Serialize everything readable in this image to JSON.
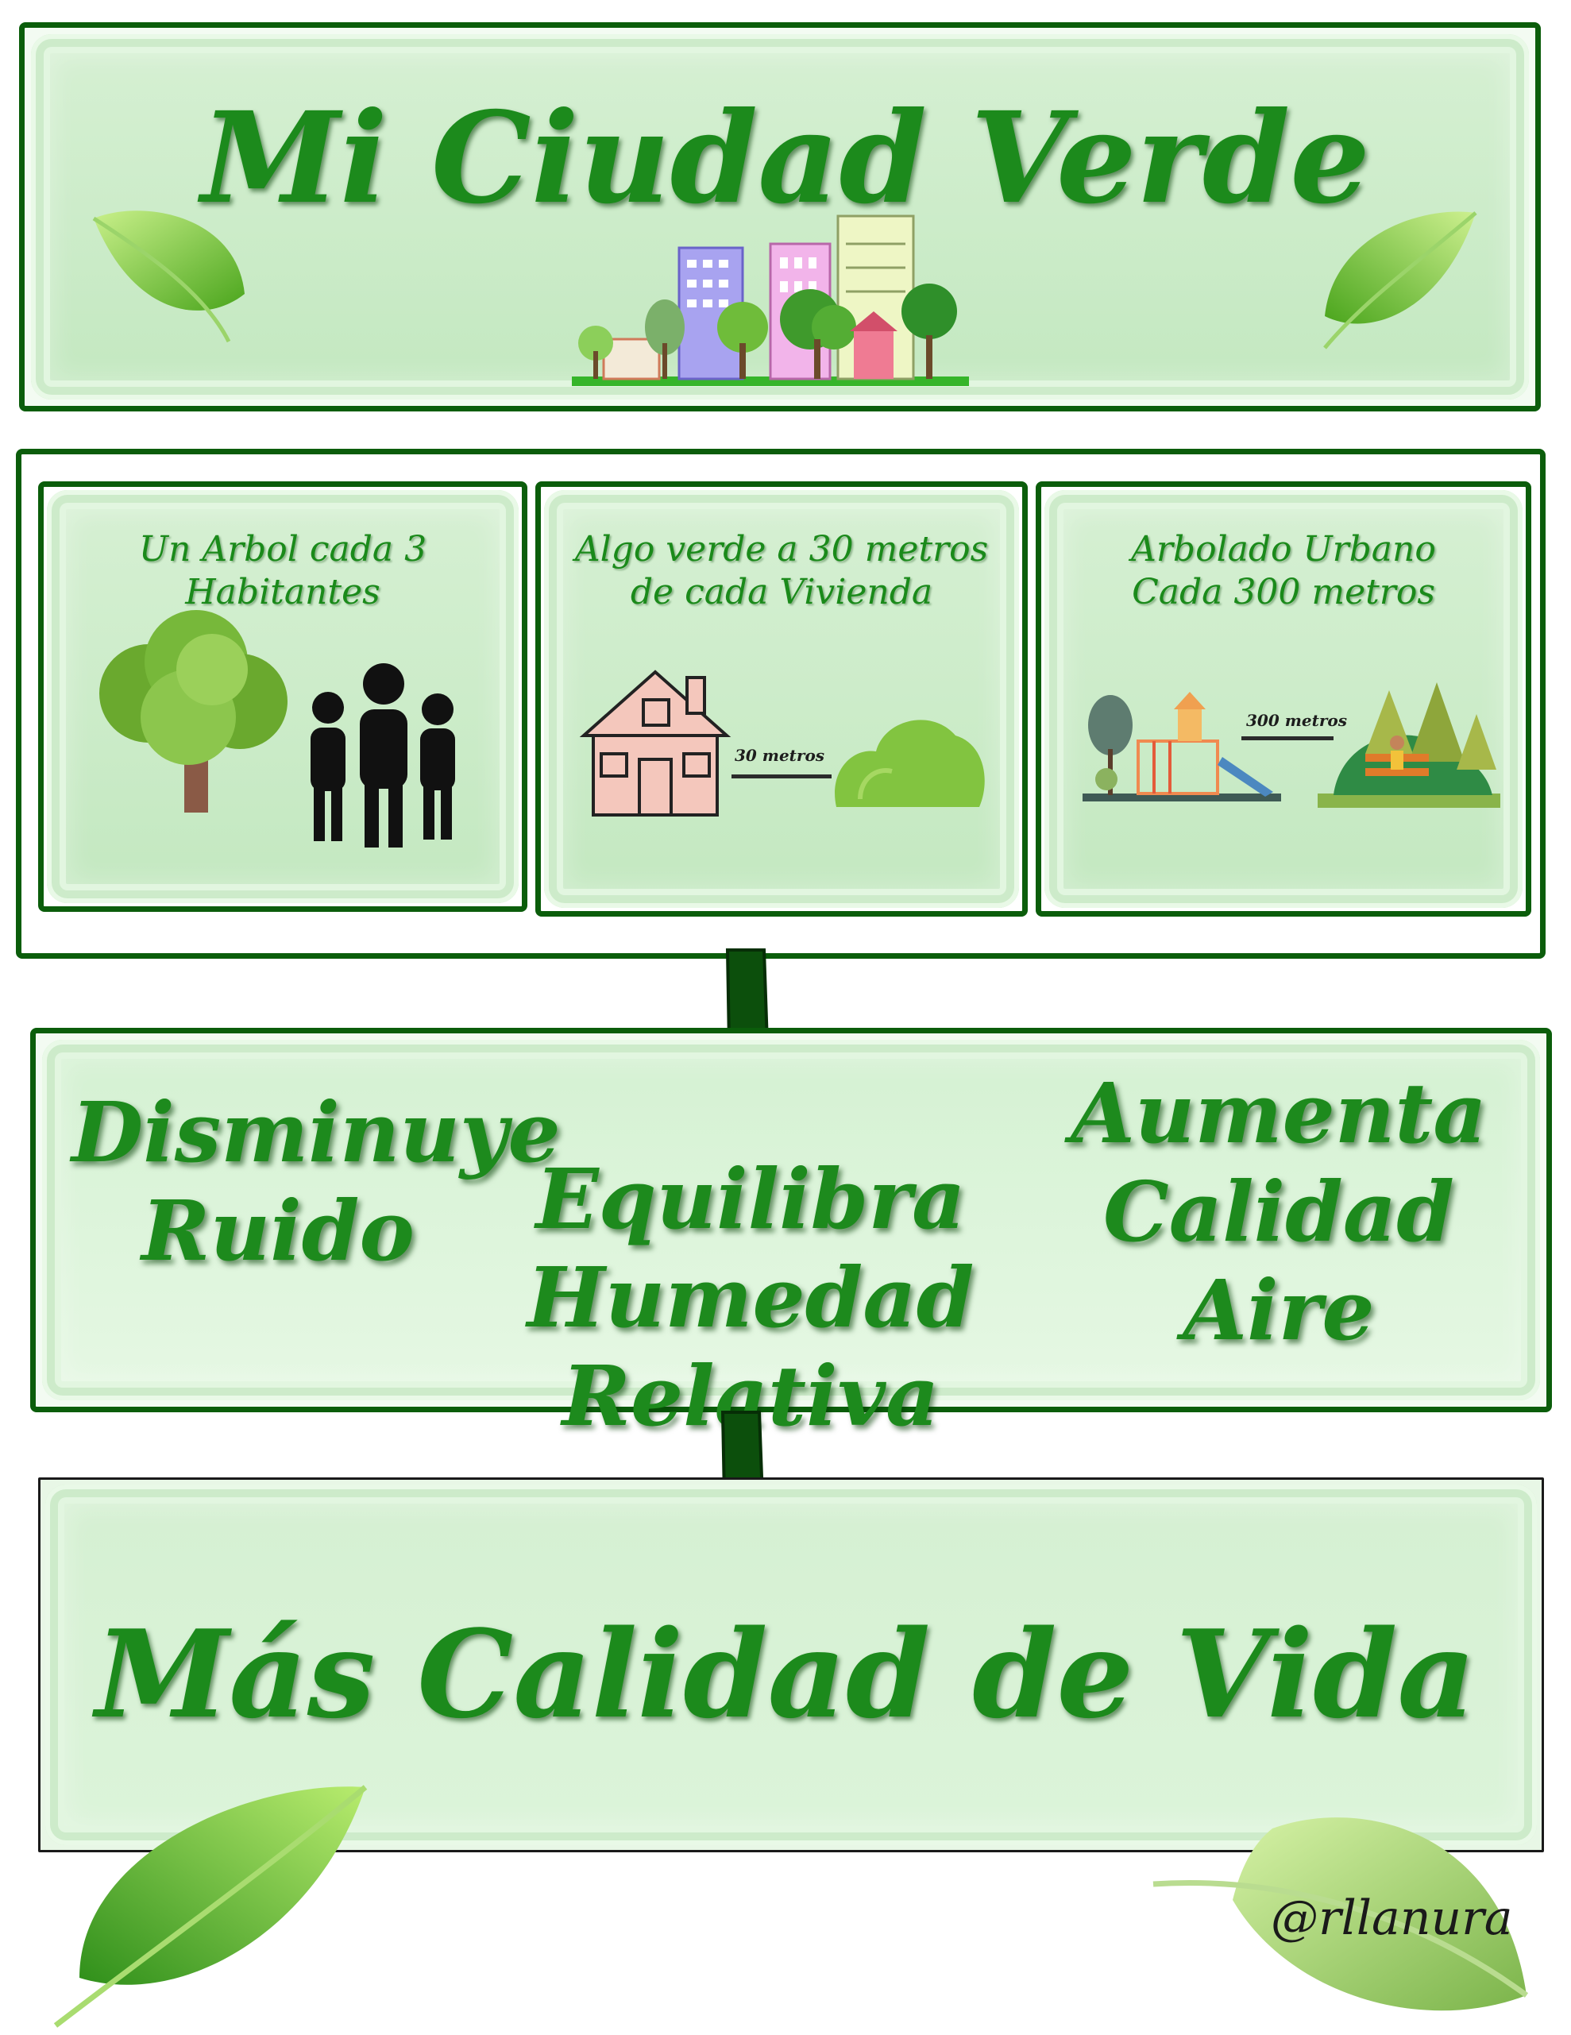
{
  "header": {
    "title": "Mi Ciudad Verde"
  },
  "guidelines": [
    {
      "lines": [
        "Un Arbol cada 3 Habitantes"
      ],
      "distance_label": ""
    },
    {
      "lines": [
        "Algo verde a 30 metros",
        "de cada Vivienda"
      ],
      "distance_label": "30 metros"
    },
    {
      "lines": [
        "Arbolado Urbano",
        "Cada 300 metros"
      ],
      "distance_label": "300 metros"
    }
  ],
  "benefits": {
    "left": [
      "Disminuye",
      "Ruido"
    ],
    "center": [
      "Equilibra",
      "Humedad Relativa"
    ],
    "right": [
      "Aumenta",
      "Calidad Aire"
    ]
  },
  "result": {
    "text": "Más Calidad de Vida"
  },
  "credit": "@rllanura",
  "colors": {
    "frame": "#0b5d0b",
    "text_green": "#1c8a1c",
    "arrow": "#0b4f0b",
    "panel": "#c8e9c4"
  },
  "icons": [
    "leaf-icon",
    "city-icon",
    "tree-icon",
    "people-icon",
    "house-icon",
    "bush-icon",
    "playground-icon",
    "park-icon",
    "arrow-down-icon"
  ]
}
